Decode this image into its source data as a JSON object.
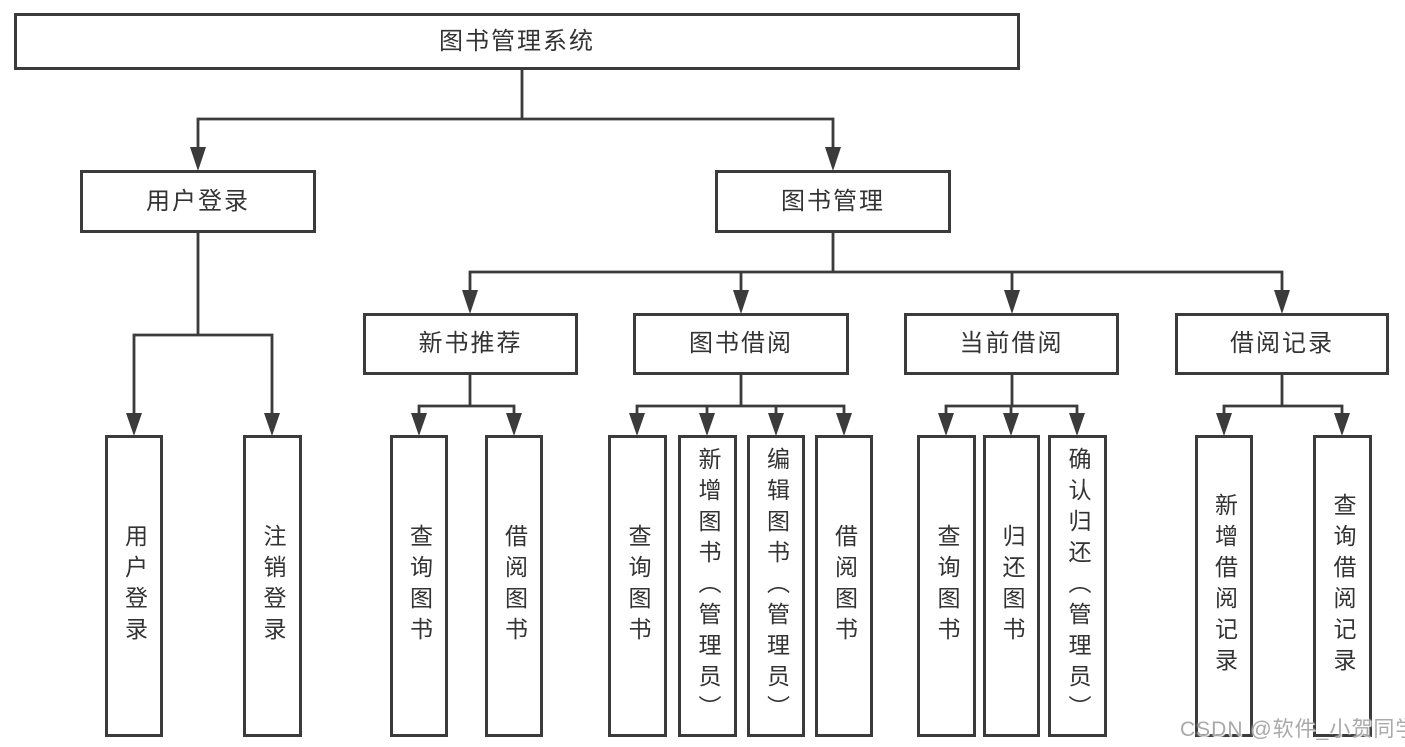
{
  "diagram_title": "图书管理系统",
  "nodes": {
    "root": {
      "label": "图书管理系统"
    },
    "userLogin": {
      "label": "用户登录"
    },
    "bookMgmt": {
      "label": "图书管理"
    },
    "newBookRec": {
      "label": "新书推荐"
    },
    "bookBorrow": {
      "label": "图书借阅"
    },
    "currentBorrow": {
      "label": "当前借阅"
    },
    "borrowRecords": {
      "label": "借阅记录"
    },
    "leafUserLogin": {
      "label": "用户登录"
    },
    "leafLogoutLogin": {
      "label": "注销登录"
    },
    "leafQueryBooksRec": {
      "label": "查询图书"
    },
    "leafBorrowBooksRec": {
      "label": "借阅图书"
    },
    "leafQueryBooksBorrow": {
      "label": "查询图书"
    },
    "leafAddBookAdmin": {
      "label": "新增图书（管理员）"
    },
    "leafEditBookAdmin": {
      "label": "编辑图书（管理员）"
    },
    "leafBorrowBooksBorrow": {
      "label": "借阅图书"
    },
    "leafQueryBooksCurrent": {
      "label": "查询图书"
    },
    "leafReturnBook": {
      "label": "归还图书"
    },
    "leafConfirmReturnAdmin": {
      "label": "确认归还（管理员）"
    },
    "leafAddBorrowRecord": {
      "label": "新增借阅记录"
    },
    "leafQueryBorrowRecord": {
      "label": "查询借阅记录"
    }
  },
  "edges": [
    [
      "root",
      "userLogin"
    ],
    [
      "root",
      "bookMgmt"
    ],
    [
      "userLogin",
      "leafUserLogin"
    ],
    [
      "userLogin",
      "leafLogoutLogin"
    ],
    [
      "bookMgmt",
      "newBookRec"
    ],
    [
      "bookMgmt",
      "bookBorrow"
    ],
    [
      "bookMgmt",
      "currentBorrow"
    ],
    [
      "bookMgmt",
      "borrowRecords"
    ],
    [
      "newBookRec",
      "leafQueryBooksRec"
    ],
    [
      "newBookRec",
      "leafBorrowBooksRec"
    ],
    [
      "bookBorrow",
      "leafQueryBooksBorrow"
    ],
    [
      "bookBorrow",
      "leafAddBookAdmin"
    ],
    [
      "bookBorrow",
      "leafEditBookAdmin"
    ],
    [
      "bookBorrow",
      "leafBorrowBooksBorrow"
    ],
    [
      "currentBorrow",
      "leafQueryBooksCurrent"
    ],
    [
      "currentBorrow",
      "leafReturnBook"
    ],
    [
      "currentBorrow",
      "leafConfirmReturnAdmin"
    ],
    [
      "borrowRecords",
      "leafAddBorrowRecord"
    ],
    [
      "borrowRecords",
      "leafQueryBorrowRecord"
    ]
  ],
  "watermark": {
    "text": "CSDN @软件_小贺同学"
  },
  "colors": {
    "line": "#3b3b3b",
    "box_border": "#3b3b3b",
    "text": "#333333",
    "background": "#ffffff",
    "watermark": "#a9a9a9"
  }
}
